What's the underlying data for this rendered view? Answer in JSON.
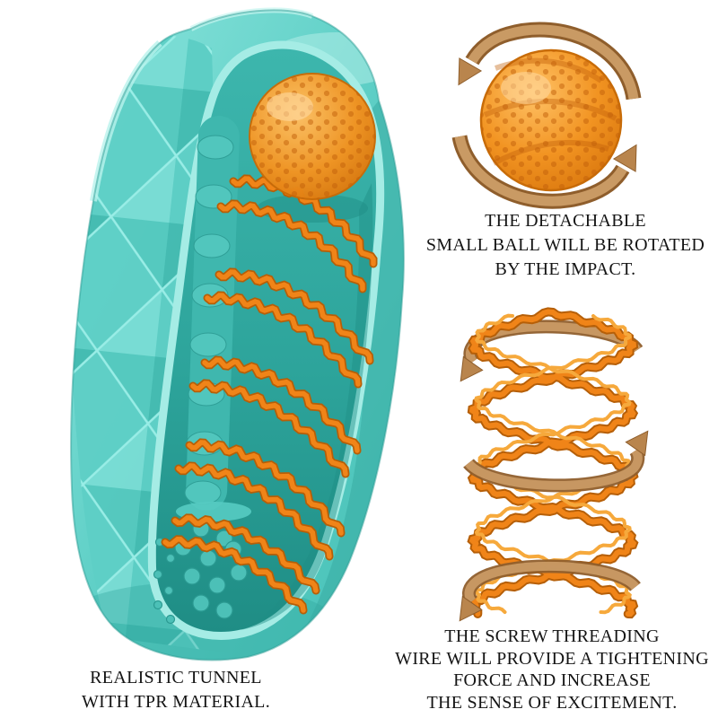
{
  "palette": {
    "teal": "#5ecfc6",
    "teal_light": "#9beee7",
    "teal_dark": "#2f9e96",
    "interior_teal": "#2fa39a",
    "orange": "#f08418",
    "orange_dark": "#c2600a",
    "bronze": "#c3905a",
    "bronze_dark": "#8f5e2c",
    "text": "#141414",
    "background": "#ffffff"
  },
  "captions": {
    "ball": {
      "lines": [
        "THE DETACHABLE",
        "SMALL BALL WILL BE ROTATED",
        "BY THE IMPACT."
      ]
    },
    "screw": {
      "lines": [
        "THE SCREW THREADING",
        "WIRE WILL PROVIDE A TIGHTENING",
        "FORCE AND INCREASE",
        "THE SENSE OF EXCITEMENT."
      ]
    },
    "tunnel": {
      "lines": [
        "REALISTIC TUNNEL",
        "WITH TPR MATERIAL."
      ]
    }
  },
  "figures": {
    "sleeve": "cutaway sleeve with textured tunnel, ball and spiral ribs",
    "ball": "detachable dimpled ball with rotation arrows",
    "helix": "screw threading wire double helix with wrap arrows"
  }
}
